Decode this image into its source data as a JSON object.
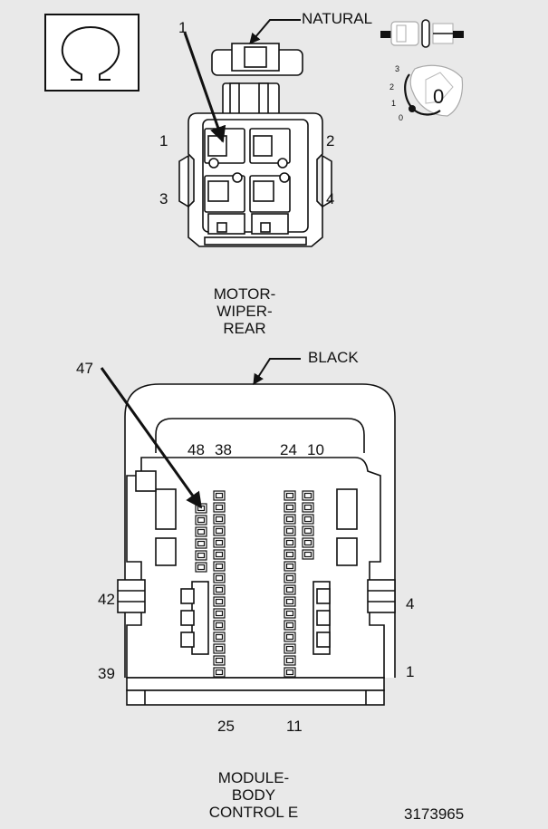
{
  "top_connector": {
    "color_label": "NATURAL",
    "pin_1": "1",
    "pin_2": "2",
    "pin_3": "3",
    "pin_4": "4",
    "callout_pin": "1",
    "name_line1": "MOTOR-",
    "name_line2": "WIPER-",
    "name_line3": "REAR"
  },
  "terminal_legend": {
    "ticks": [
      "3",
      "2",
      "1",
      "0"
    ],
    "key_number": "0"
  },
  "bottom_connector": {
    "color_label": "BLACK",
    "callout_pin": "47",
    "top_labels": [
      "48",
      "38",
      "24",
      "10"
    ],
    "left_mid": "42",
    "left_bottom": "39",
    "right_mid": "4",
    "right_bottom": "1",
    "bottom_labels": [
      "25",
      "11"
    ],
    "name_line1": "MODULE-",
    "name_line2": "BODY",
    "name_line3": "CONTROL E"
  },
  "figure_number": "3173965",
  "colors": {
    "background": "#e9e9e9",
    "line": "#111111",
    "fill": "#ffffff"
  },
  "icons": [
    "ohm-symbol-icon",
    "terminal-pin-icon",
    "key-position-icon"
  ]
}
